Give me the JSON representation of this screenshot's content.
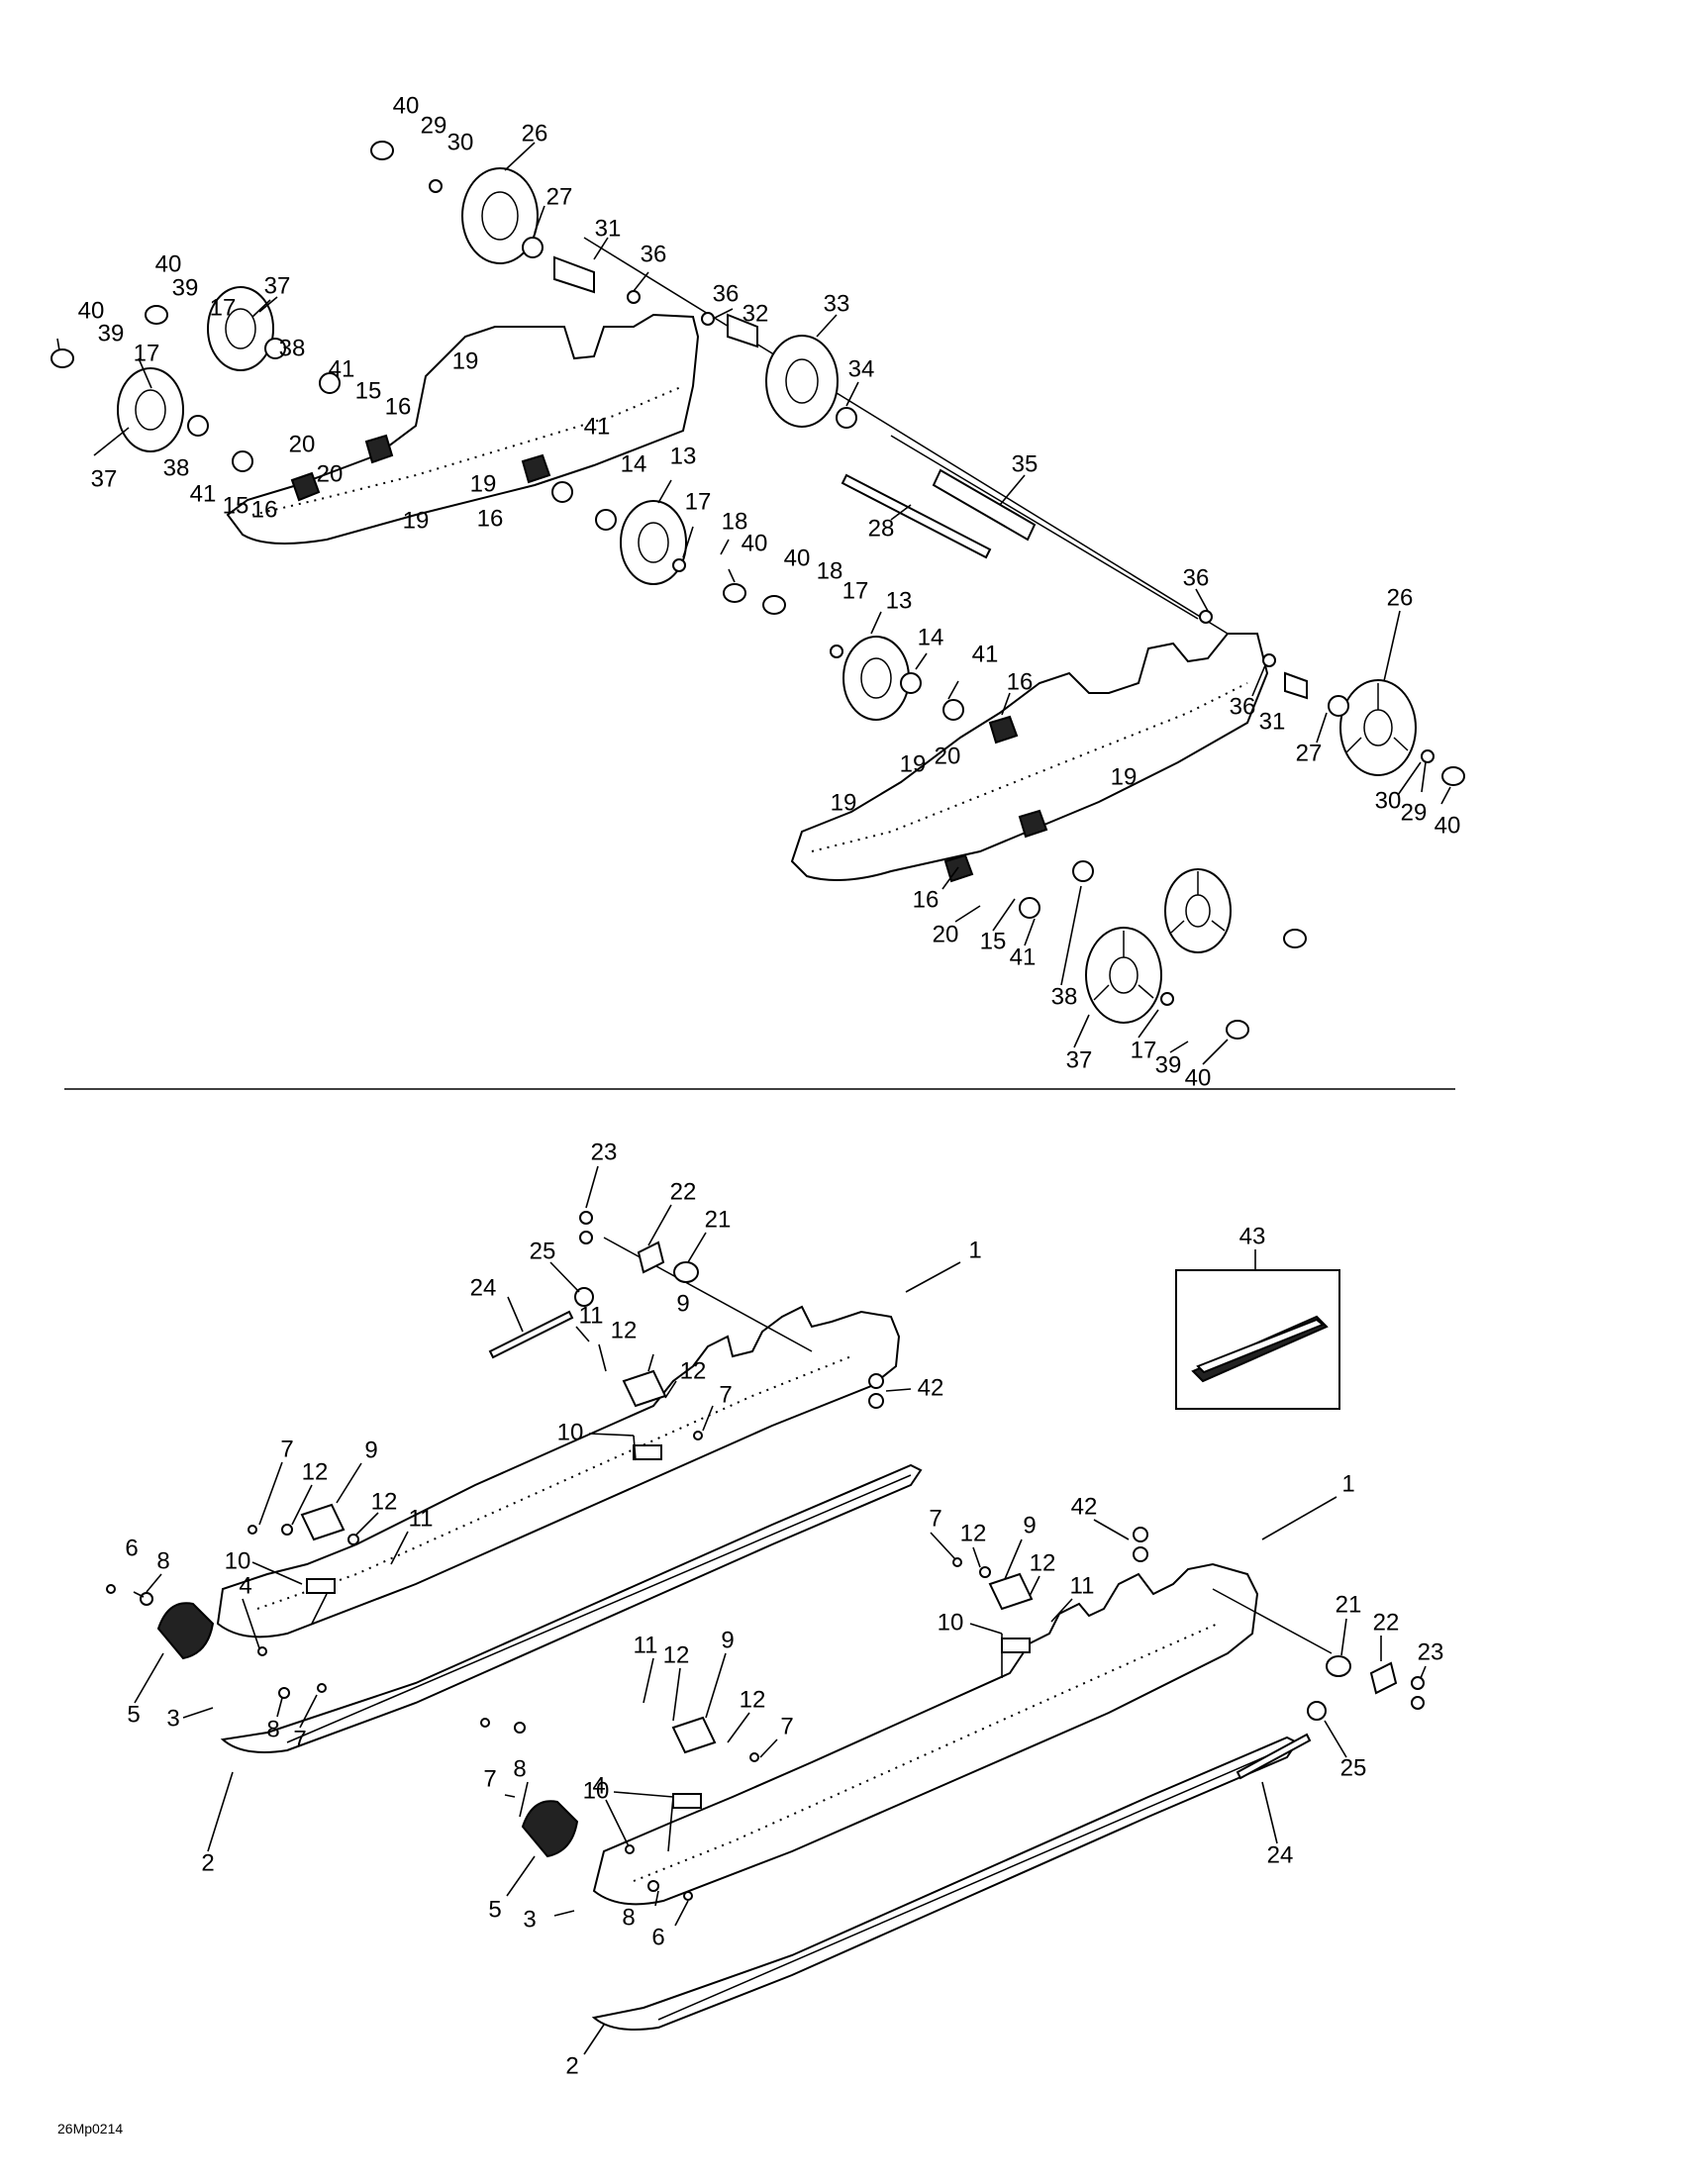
{
  "drawing_code": "26Mp0214",
  "upper_view": {
    "callouts": [
      "40",
      "29",
      "30",
      "26",
      "27",
      "31",
      "36",
      "40",
      "39",
      "17",
      "37",
      "40",
      "39",
      "17",
      "38",
      "41",
      "15",
      "16",
      "19",
      "38",
      "41",
      "15",
      "16",
      "20",
      "20",
      "19",
      "19",
      "16",
      "20",
      "41",
      "14",
      "13",
      "17",
      "18",
      "40",
      "36",
      "32",
      "33",
      "34",
      "35",
      "28",
      "40",
      "18",
      "17",
      "13",
      "14",
      "41",
      "16",
      "36",
      "26",
      "36",
      "31",
      "27",
      "20",
      "19",
      "19",
      "19",
      "30",
      "29",
      "40",
      "16",
      "20",
      "15",
      "41",
      "38",
      "37",
      "17",
      "39",
      "40",
      "37"
    ]
  },
  "lower_view": {
    "callouts": [
      "23",
      "22",
      "21",
      "25",
      "24",
      "11",
      "12",
      "9",
      "12",
      "7",
      "10",
      "1",
      "42",
      "7",
      "12",
      "9",
      "12",
      "11",
      "10",
      "6",
      "8",
      "4",
      "5",
      "3",
      "8",
      "7",
      "2",
      "43",
      "1",
      "7",
      "12",
      "9",
      "42",
      "12",
      "11",
      "10",
      "21",
      "22",
      "23",
      "25",
      "24",
      "11",
      "12",
      "9",
      "12",
      "7",
      "10",
      "7",
      "8",
      "4",
      "5",
      "3",
      "8",
      "6",
      "2"
    ]
  }
}
